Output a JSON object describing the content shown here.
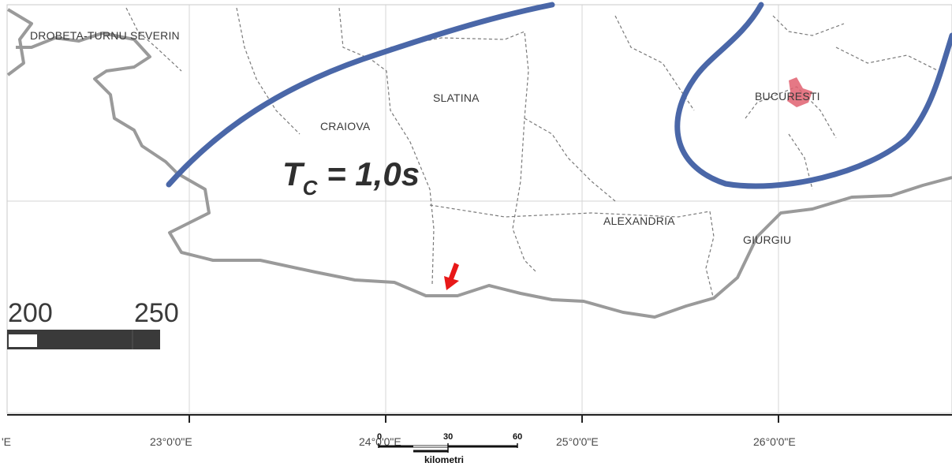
{
  "map": {
    "cities": {
      "drobeta": "DROBETA-TURNU SEVERIN",
      "slatina": "SLATINA",
      "craiova": "CRAIOVA",
      "bucuresti": "BUCURESTI",
      "alexandria": "ALEXANDRIA",
      "giurgiu": "GIURGIU"
    },
    "zone_label": {
      "base": "T",
      "subscript": "C",
      "value": " = 1,0s"
    },
    "large_scale": {
      "left_value": "200",
      "right_value": "250"
    },
    "longitude_ticks": [
      "'E",
      "23°0'0\"E",
      "24°0'0\"E",
      "25°0'0\"E",
      "26°0'0\"E"
    ],
    "small_scale": {
      "labels": [
        "0",
        "30",
        "60"
      ],
      "unit": "kilometri"
    },
    "colors": {
      "isoline": "#4a67a8",
      "border": "#9a9a9a",
      "marker": "#e81818",
      "city_highlight": "#e06070"
    },
    "marker_icon": "red-arrow-marker"
  }
}
